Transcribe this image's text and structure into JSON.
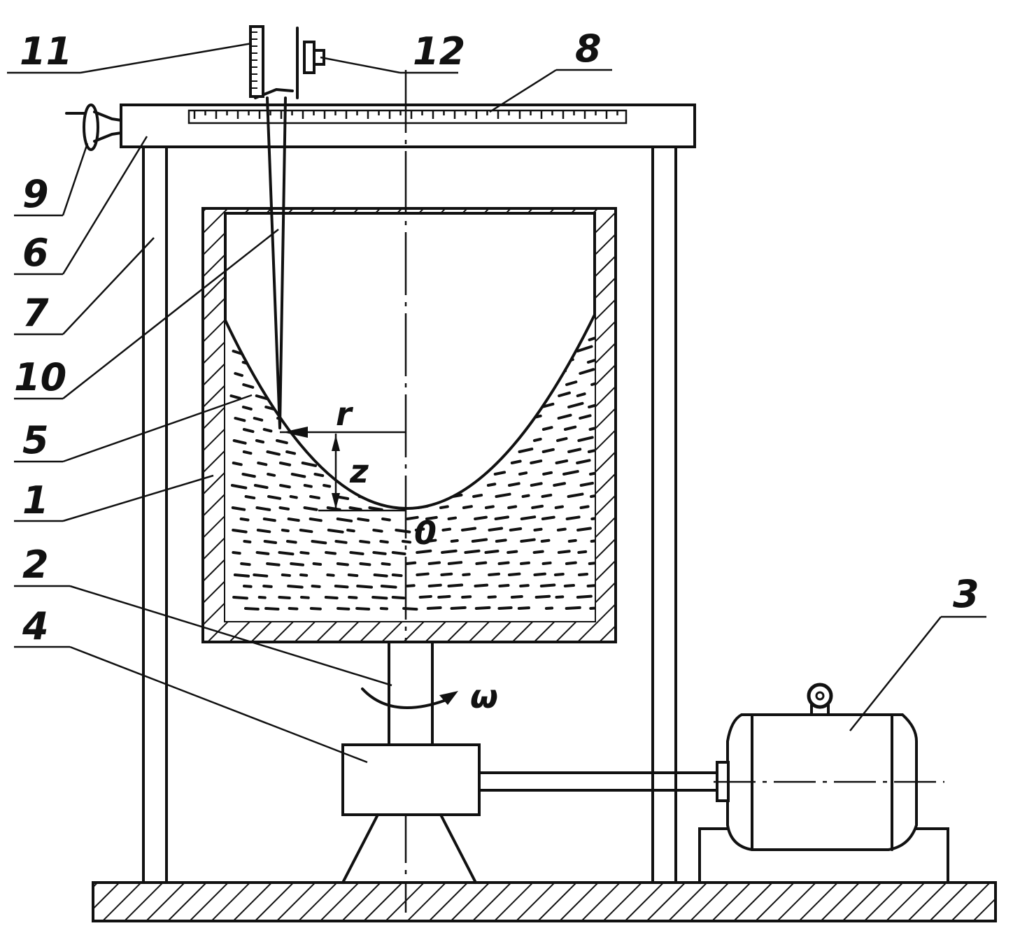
{
  "diagram": {
    "callouts": [
      {
        "id": "1",
        "text": "1"
      },
      {
        "id": "2",
        "text": "2"
      },
      {
        "id": "3",
        "text": "3"
      },
      {
        "id": "4",
        "text": "4"
      },
      {
        "id": "5",
        "text": "5"
      },
      {
        "id": "6",
        "text": "6"
      },
      {
        "id": "7",
        "text": "7"
      },
      {
        "id": "8",
        "text": "8"
      },
      {
        "id": "9",
        "text": "9"
      },
      {
        "id": "10",
        "text": "10"
      },
      {
        "id": "11",
        "text": "11"
      },
      {
        "id": "12",
        "text": "12"
      }
    ],
    "symbols": {
      "radius": "r",
      "height": "z",
      "origin": "0",
      "angular_velocity": "ω"
    }
  },
  "colors": {
    "ink": "#111111",
    "paper": "#ffffff"
  }
}
